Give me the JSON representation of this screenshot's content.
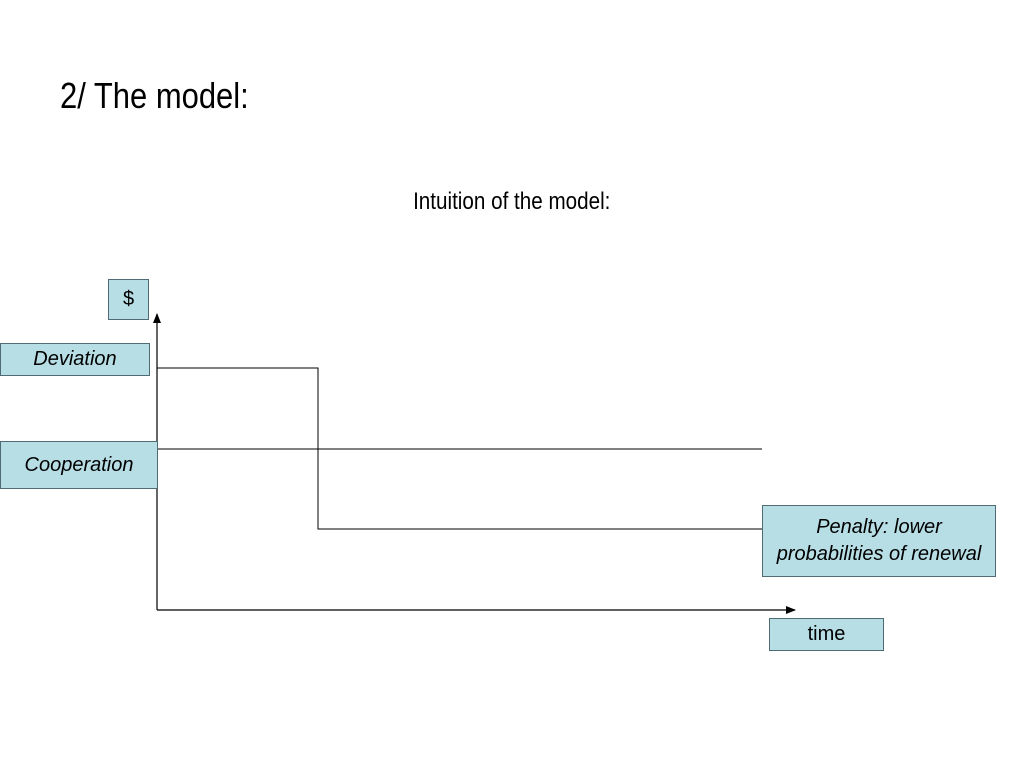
{
  "slide": {
    "title": "2/ The model:",
    "subtitle": "Intuition of the model:"
  },
  "diagram": {
    "y_axis_label": "$",
    "x_axis_label": "time",
    "deviation_label": "Deviation",
    "cooperation_label": "Cooperation",
    "penalty_label_line1": "Penalty: lower",
    "penalty_label_line2": "probabilities of renewal",
    "colors": {
      "box_fill": "#b7dde5",
      "box_border": "#4f6b73",
      "line": "#000000"
    }
  }
}
